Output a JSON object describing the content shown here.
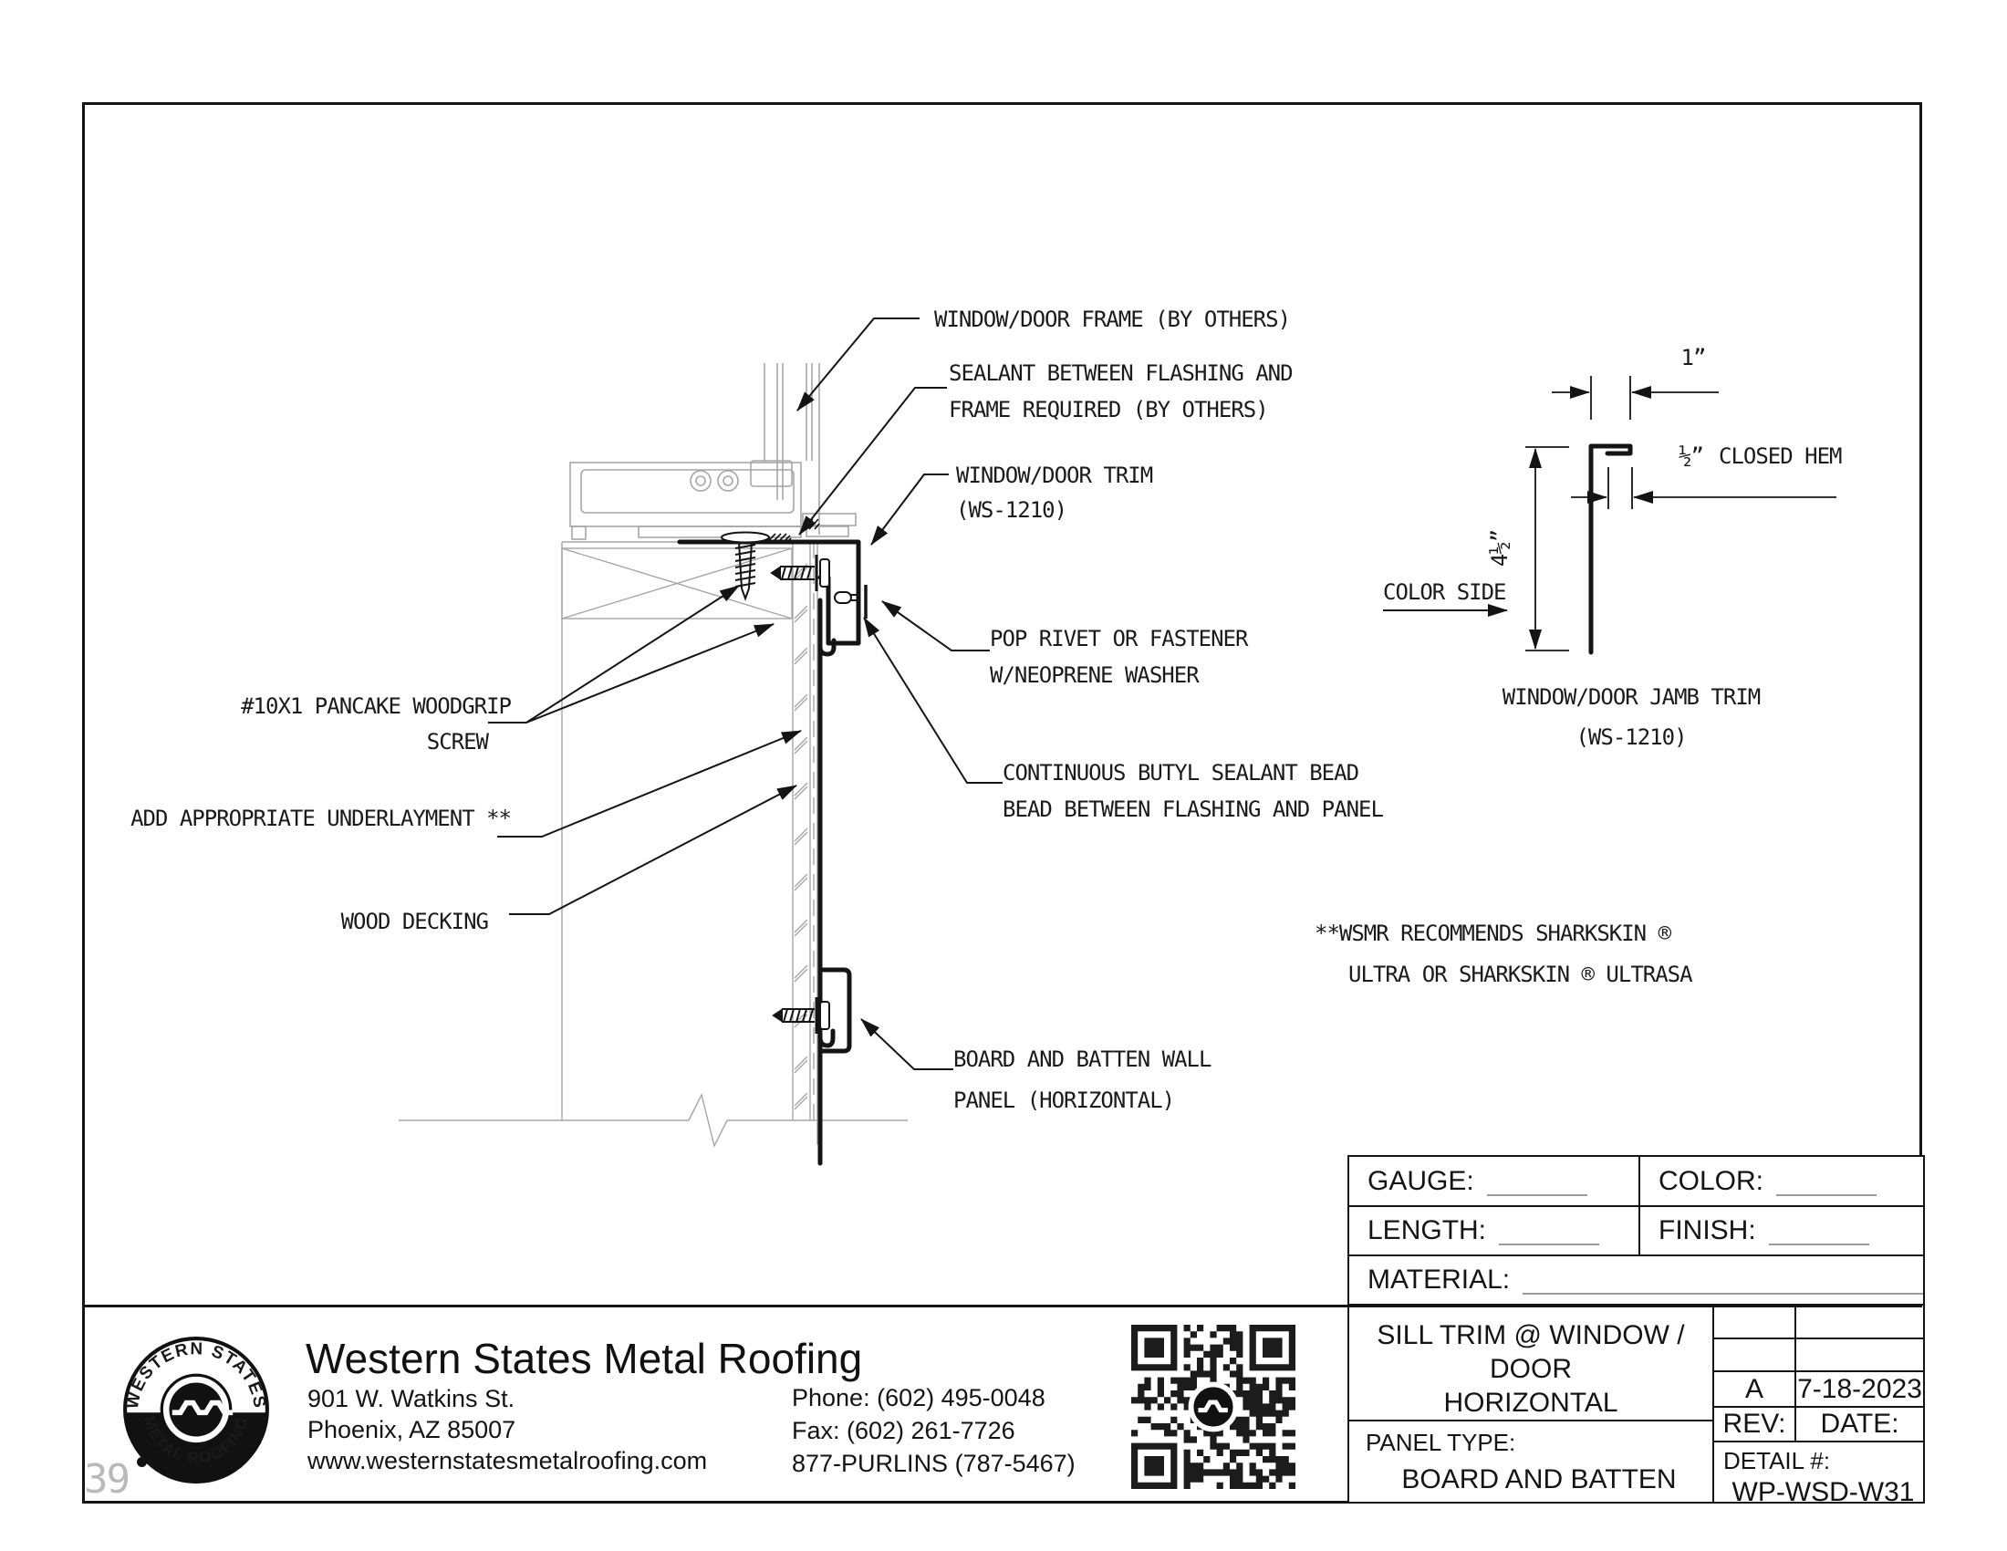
{
  "drawing": {
    "callouts": {
      "frame": [
        "WINDOW/DOOR FRAME (BY OTHERS)"
      ],
      "sealant": [
        "SEALANT BETWEEN FLASHING AND",
        "FRAME REQUIRED (BY OTHERS)"
      ],
      "trim": [
        "WINDOW/DOOR TRIM",
        "(WS-1210)"
      ],
      "screw": [
        "#10X1 PANCAKE WOODGRIP",
        "SCREW"
      ],
      "underlayment": "ADD APPROPRIATE UNDERLAYMENT **",
      "decking": "WOOD DECKING",
      "rivet": [
        "POP RIVET OR FASTENER",
        "W/NEOPRENE WASHER"
      ],
      "butyl": [
        "CONTINUOUS BUTYL SEALANT BEAD",
        "BEAD BETWEEN FLASHING AND PANEL"
      ],
      "panel": [
        "BOARD AND BATTEN WALL",
        "PANEL (HORIZONTAL)"
      ]
    },
    "note": [
      "**WSMR RECOMMENDS SHARKSKIN ®",
      "ULTRA OR SHARKSKIN ® ULTRASA"
    ],
    "jamb": {
      "dim_width": "1”",
      "dim_hem": "½”",
      "hem_label": "CLOSED HEM",
      "dim_height": "4½”",
      "color_side": "COLOR SIDE",
      "caption": [
        "WINDOW/DOOR JAMB TRIM",
        "(WS-1210)"
      ]
    }
  },
  "title_block": {
    "gauge_label": "GAUGE:",
    "color_label": "COLOR:",
    "length_label": "LENGTH:",
    "finish_label": "FINISH:",
    "material_label": "MATERIAL:",
    "detail_title": [
      "SILL TRIM @ WINDOW / DOOR",
      "HORIZONTAL"
    ],
    "rev_value": "A",
    "date_value": "7-18-2023",
    "rev_label": "REV:",
    "date_label": "DATE:",
    "detail_number_label": "DETAIL #:",
    "detail_number": "WP-WSD-W31",
    "panel_type_label": "PANEL TYPE:",
    "panel_type": "BOARD AND BATTEN"
  },
  "company": {
    "name": "Western States Metal Roofing",
    "address1": "901 W. Watkins St.",
    "address2": "Phoenix, AZ 85007",
    "website": "www.westernstatesmetalroofing.com",
    "phone": "Phone: (602) 495-0048",
    "fax": "Fax: (602) 261-7726",
    "tollfree": "877-PURLINS (787-5467)",
    "logo_top": "WESTERN STATES",
    "logo_bottom": "METAL ROOFING"
  },
  "page_number": "39"
}
